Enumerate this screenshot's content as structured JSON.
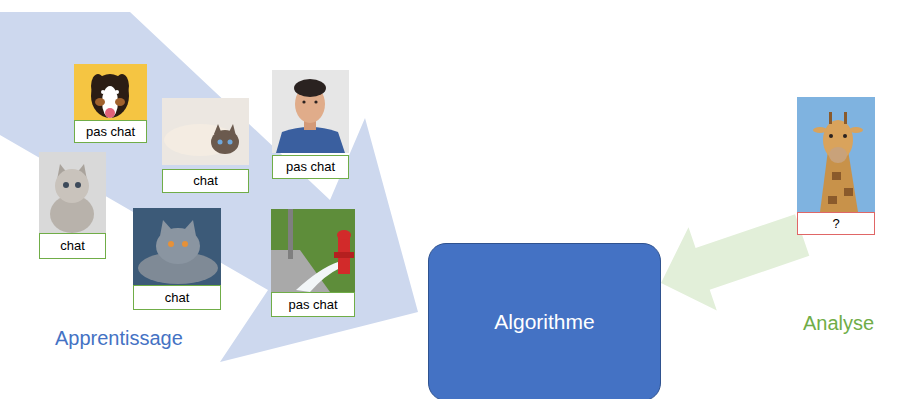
{
  "diagram": {
    "nodes": [
      {
        "text": [
          "pas chat"
        ]
      },
      {
        "text": [
          "pas chat"
        ]
      },
      {
        "text": [
          "chat"
        ]
      },
      {
        "text": [
          "chat"
        ]
      },
      {
        "text": [
          "chat"
        ]
      },
      {
        "text": [
          "pas chat"
        ]
      },
      {
        "text": [
          "Algorithme"
        ]
      },
      {
        "text": [
          "?"
        ]
      }
    ],
    "edges": [
      {
        "from": 7,
        "to": 6,
        "arrow": "to"
      }
    ],
    "labels": [
      "Apprentissage",
      "Analyse"
    ]
  }
}
